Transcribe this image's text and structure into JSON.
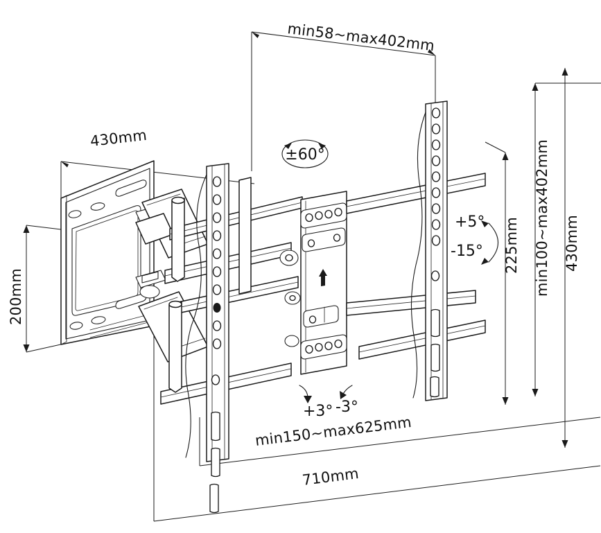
{
  "diagram": {
    "title": "TV wall mount bracket dimension drawing",
    "product_type": "full-motion articulating TV wall mount",
    "line_color": "#1a1a1a",
    "background_color": "#ffffff"
  },
  "dimensions": {
    "top_extension": "min58~max402mm",
    "left_plate_width": "430mm",
    "left_plate_height": "200mm",
    "right_rail_height": "225mm",
    "right_vesa_height": "min100~max402mm",
    "right_overall_height": "430mm",
    "bottom_vesa_width": "min150~max625mm",
    "bottom_overall_width": "710mm"
  },
  "angles": {
    "swivel": "±60°",
    "tilt_up": "+5°",
    "tilt_down": "-15°",
    "level_plus": "+3°",
    "level_minus": "-3°"
  },
  "icons": {
    "swivel_arc": "swivel-rotation-arc-icon",
    "tilt_arc": "tilt-rotation-arc-icon",
    "level_arc_left": "level-rotation-arrow-left-icon",
    "level_arc_right": "level-rotation-arrow-right-icon",
    "orientation_up": "up-arrow-orientation-icon"
  },
  "parts": {
    "wall_plate": "wall-plate",
    "left_rail": "left-vertical-rail",
    "right_rail": "right-vertical-rail",
    "arm_upper": "upper-articulating-arm",
    "arm_lower": "lower-articulating-arm",
    "pivot_joint": "pivot-joint"
  }
}
